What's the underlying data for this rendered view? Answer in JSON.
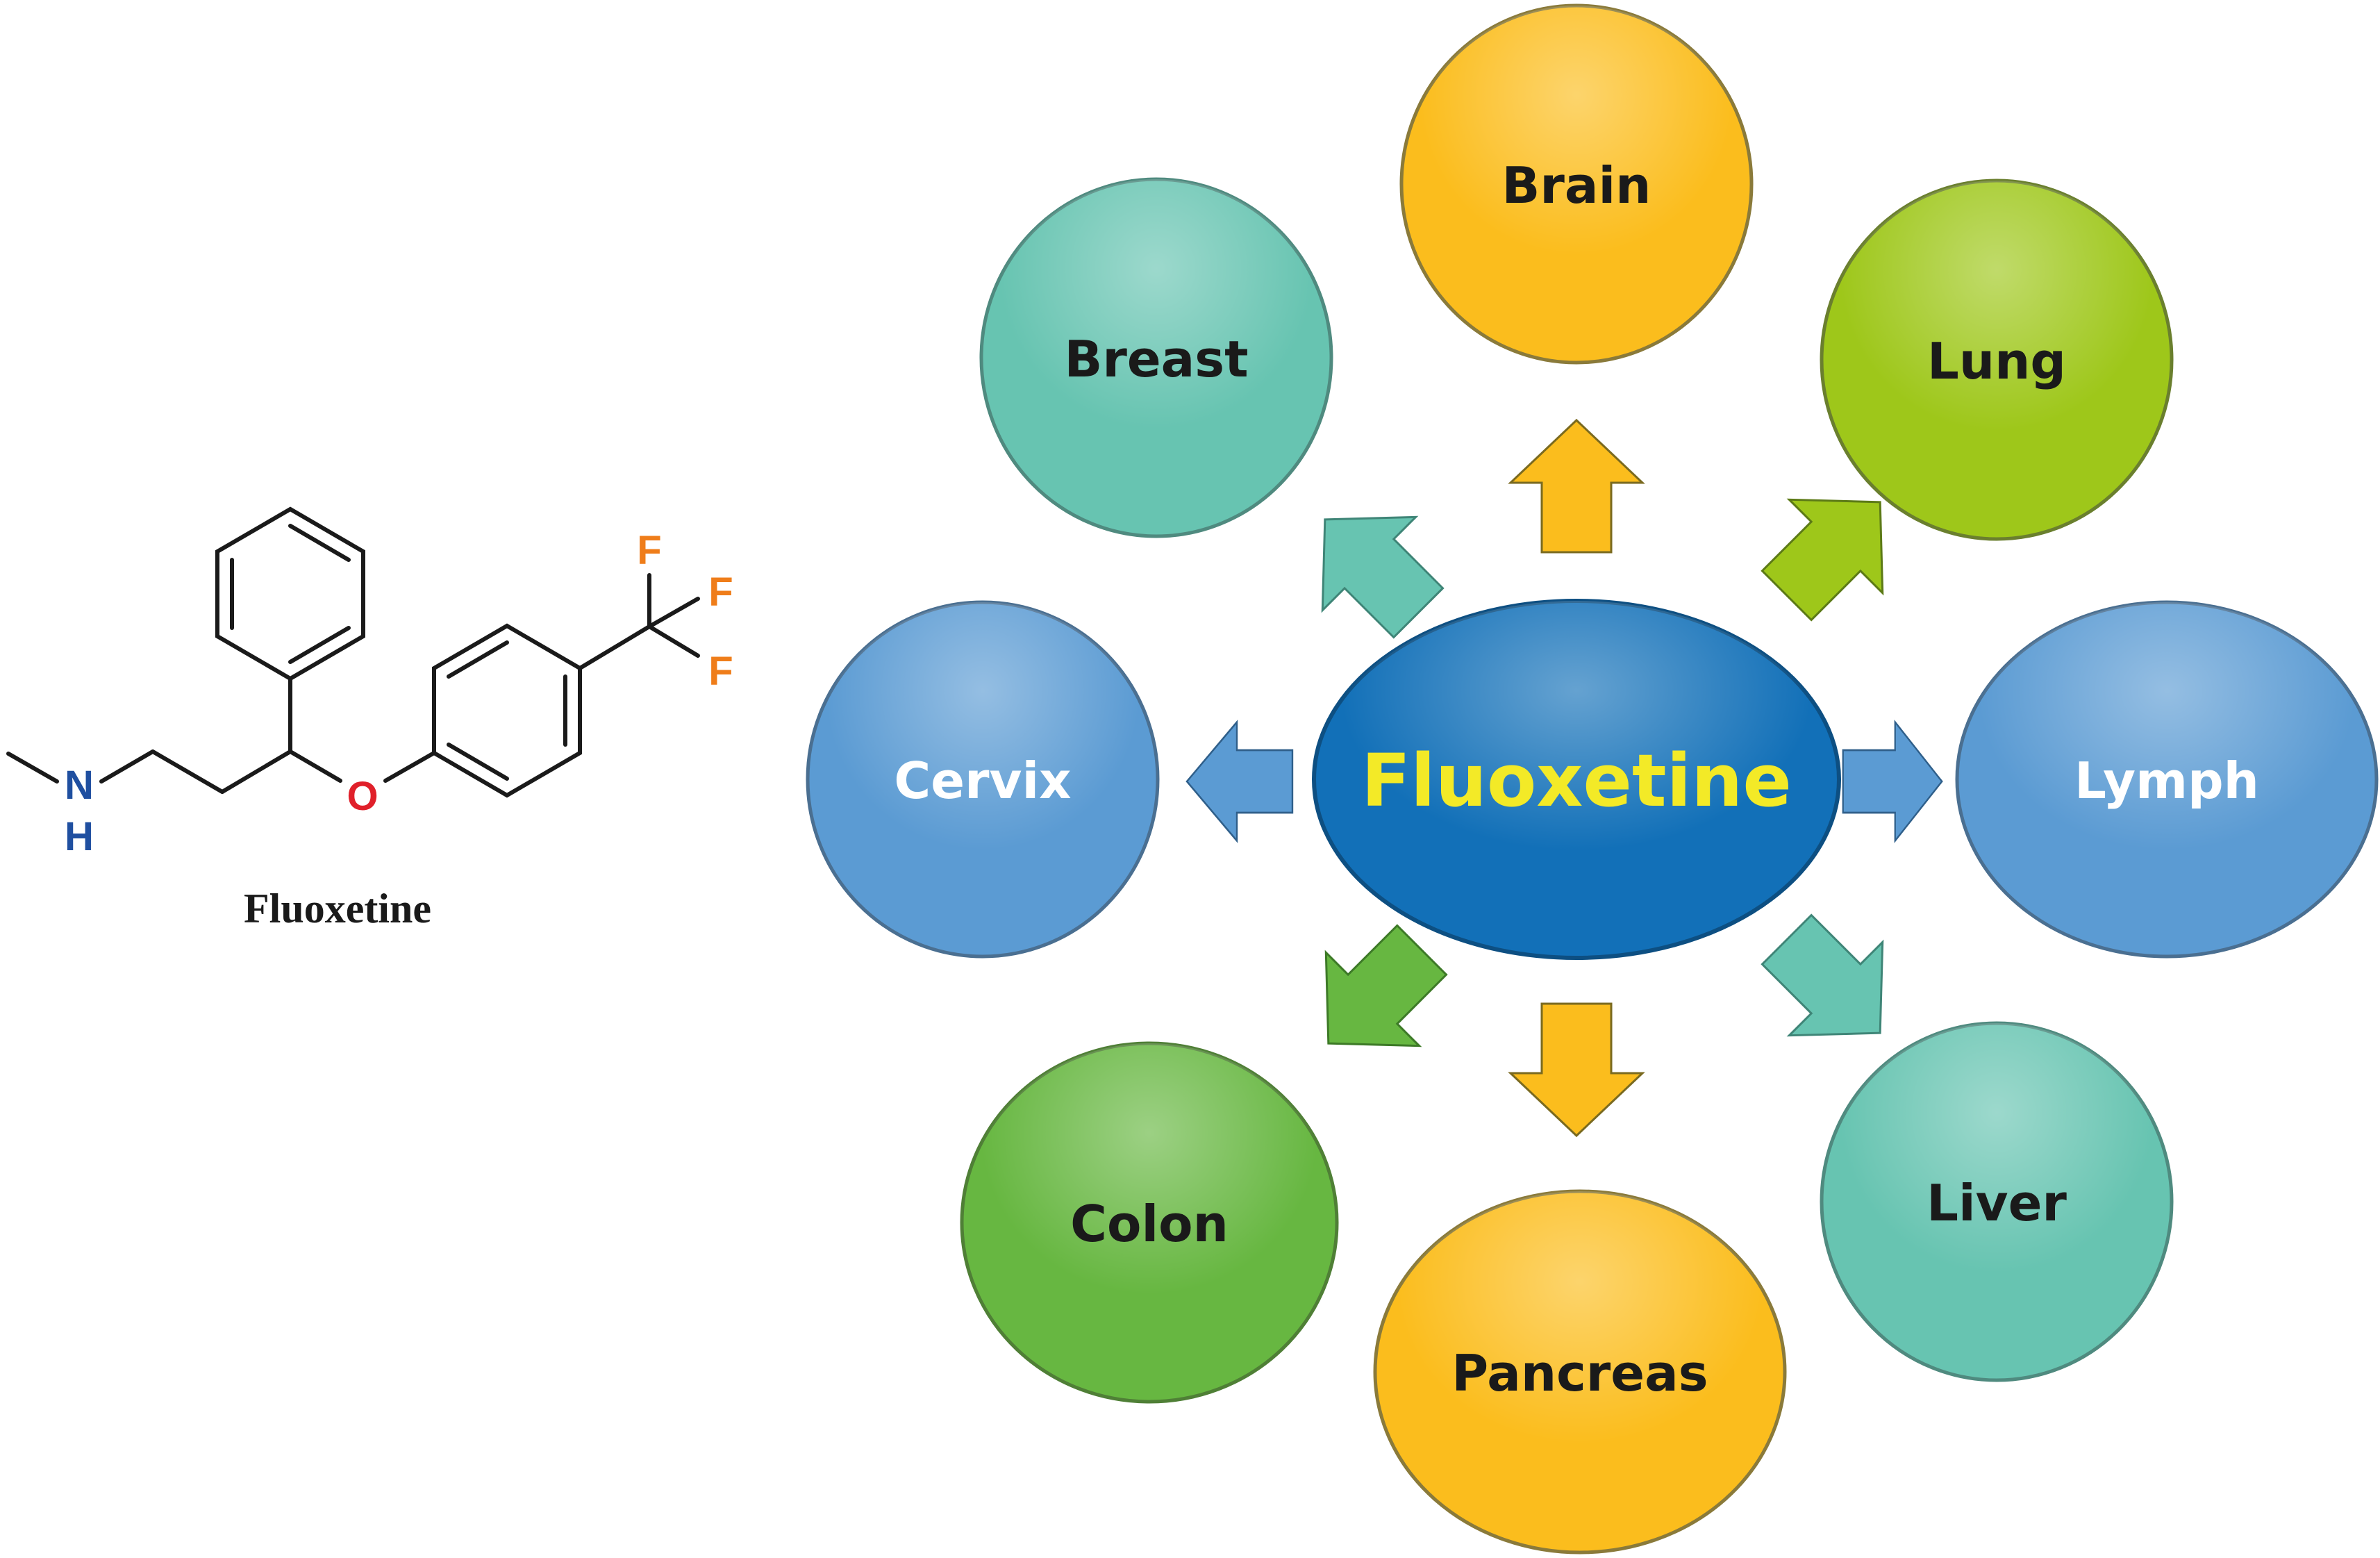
{
  "molecule": {
    "caption": "Fluoxetine",
    "atoms": {
      "nitrogen": "N",
      "hydrogen": "H",
      "oxygen": "O",
      "fluorine": "F"
    },
    "colors": {
      "nitrogen": "#1f4fa0",
      "oxygen": "#e0202a",
      "fluorine": "#ef7d1a",
      "caption": "#1a1a1a"
    }
  },
  "center": {
    "label": "Fluoxetine",
    "fill": "#1270b8",
    "text_color": "#f3ea27"
  },
  "nodes": {
    "brain": {
      "label": "Brain",
      "fill": "#fbbd1d",
      "text_color": "#1a1a1a"
    },
    "lung": {
      "label": "Lung",
      "fill": "#9ec71a",
      "text_color": "#1a1a1a"
    },
    "lymph": {
      "label": "Lymph",
      "fill": "#5b9bd3",
      "text_color": "#ffffff"
    },
    "liver": {
      "label": "Liver",
      "fill": "#67c4b1",
      "text_color": "#1a1a1a"
    },
    "pancreas": {
      "label": "Pancreas",
      "fill": "#fbbd1d",
      "text_color": "#1a1a1a"
    },
    "colon": {
      "label": "Colon",
      "fill": "#67b741",
      "text_color": "#1a1a1a"
    },
    "cervix": {
      "label": "Cervix",
      "fill": "#5b9bd3",
      "text_color": "#ffffff"
    },
    "breast": {
      "label": "Breast",
      "fill": "#67c4b1",
      "text_color": "#1a1a1a"
    }
  },
  "arrows": {
    "brain": {
      "fill": "#fbbd1d"
    },
    "lung": {
      "fill": "#9ec71a"
    },
    "lymph": {
      "fill": "#5b9bd3"
    },
    "liver": {
      "fill": "#67c4b1"
    },
    "pancreas": {
      "fill": "#fbbd1d"
    },
    "colon": {
      "fill": "#67b741"
    },
    "cervix": {
      "fill": "#5b9bd3"
    },
    "breast": {
      "fill": "#67c4b1"
    }
  }
}
